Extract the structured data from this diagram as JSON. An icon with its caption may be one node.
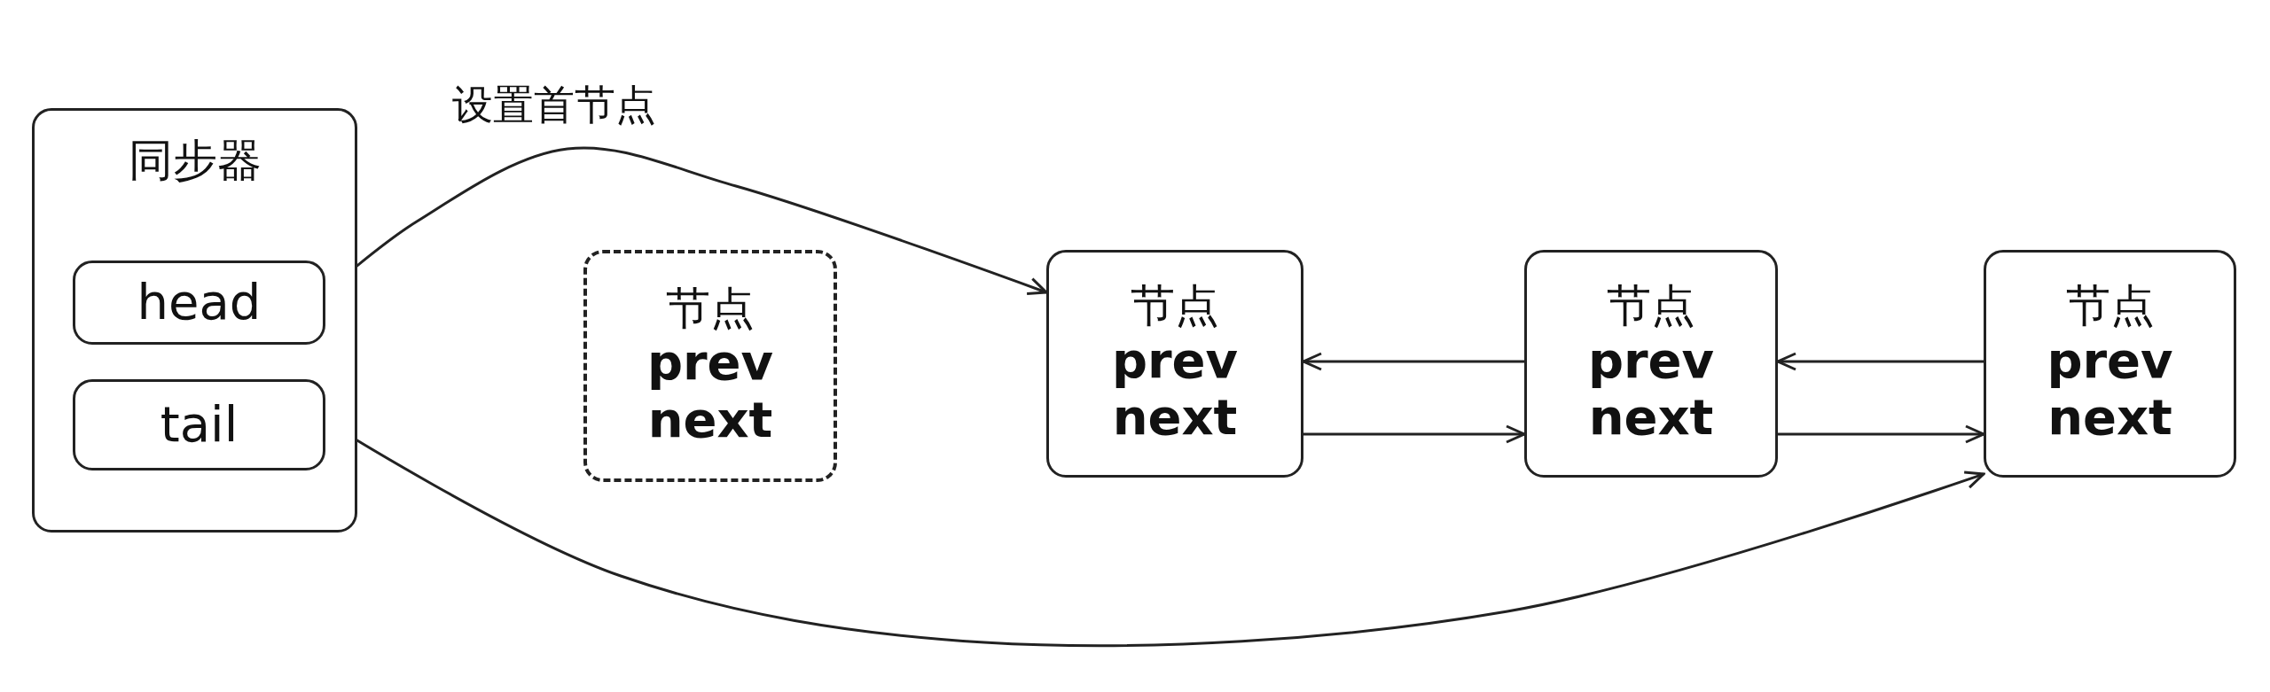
{
  "diagram": {
    "nodes": [
      {
        "text": [
          "同步器"
        ]
      },
      {
        "text": [
          "head"
        ],
        "in": 0
      },
      {
        "text": [
          "tail"
        ],
        "in": 0
      },
      {
        "text": [
          "节点",
          "prev",
          "next"
        ]
      },
      {
        "text": [
          "节点",
          "prev",
          "next"
        ]
      },
      {
        "text": [
          "节点",
          "prev",
          "next"
        ]
      },
      {
        "text": [
          "节点",
          "prev",
          "next"
        ]
      }
    ],
    "edges": [
      {
        "from": 1,
        "to": 4,
        "arrow": "to",
        "label": "设置首节点"
      },
      {
        "from": 2,
        "to": 6,
        "arrow": "to"
      },
      {
        "from": 4,
        "to": 5,
        "arrow": "to"
      },
      {
        "from": 5,
        "to": 4,
        "arrow": "to"
      },
      {
        "from": 5,
        "to": 6,
        "arrow": "to"
      },
      {
        "from": 6,
        "to": 5,
        "arrow": "to"
      }
    ]
  }
}
